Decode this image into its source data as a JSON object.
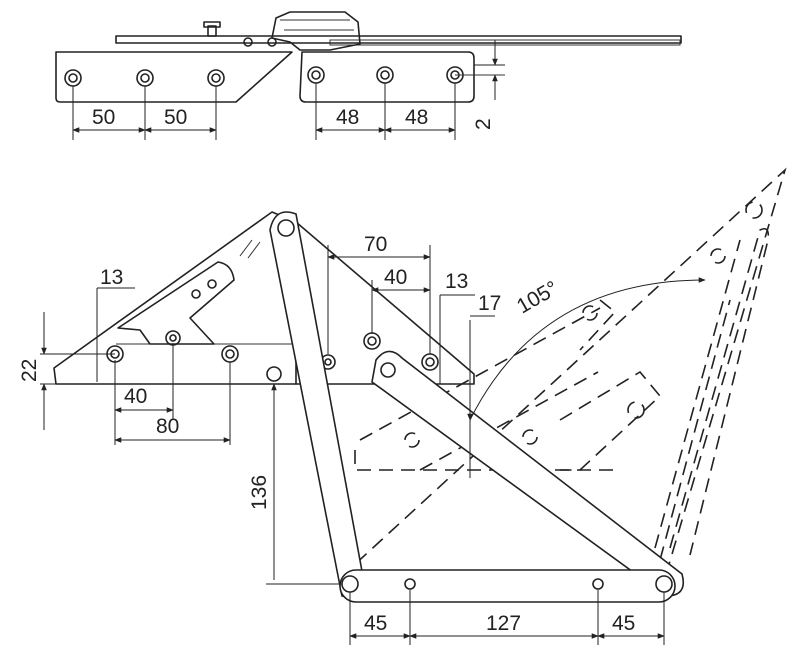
{
  "top_view": {
    "dim_left_1": "50",
    "dim_left_2": "50",
    "dim_right_1": "48",
    "dim_right_2": "48",
    "dim_offset": "2"
  },
  "side_view": {
    "dim_13_left": "13",
    "dim_22": "22",
    "dim_40_left": "40",
    "dim_80": "80",
    "dim_136": "136",
    "dim_70": "70",
    "dim_40_right": "40",
    "dim_13_right": "13",
    "dim_17": "17",
    "dim_angle": "105°",
    "dim_45_left": "45",
    "dim_127": "127",
    "dim_45_right": "45"
  }
}
